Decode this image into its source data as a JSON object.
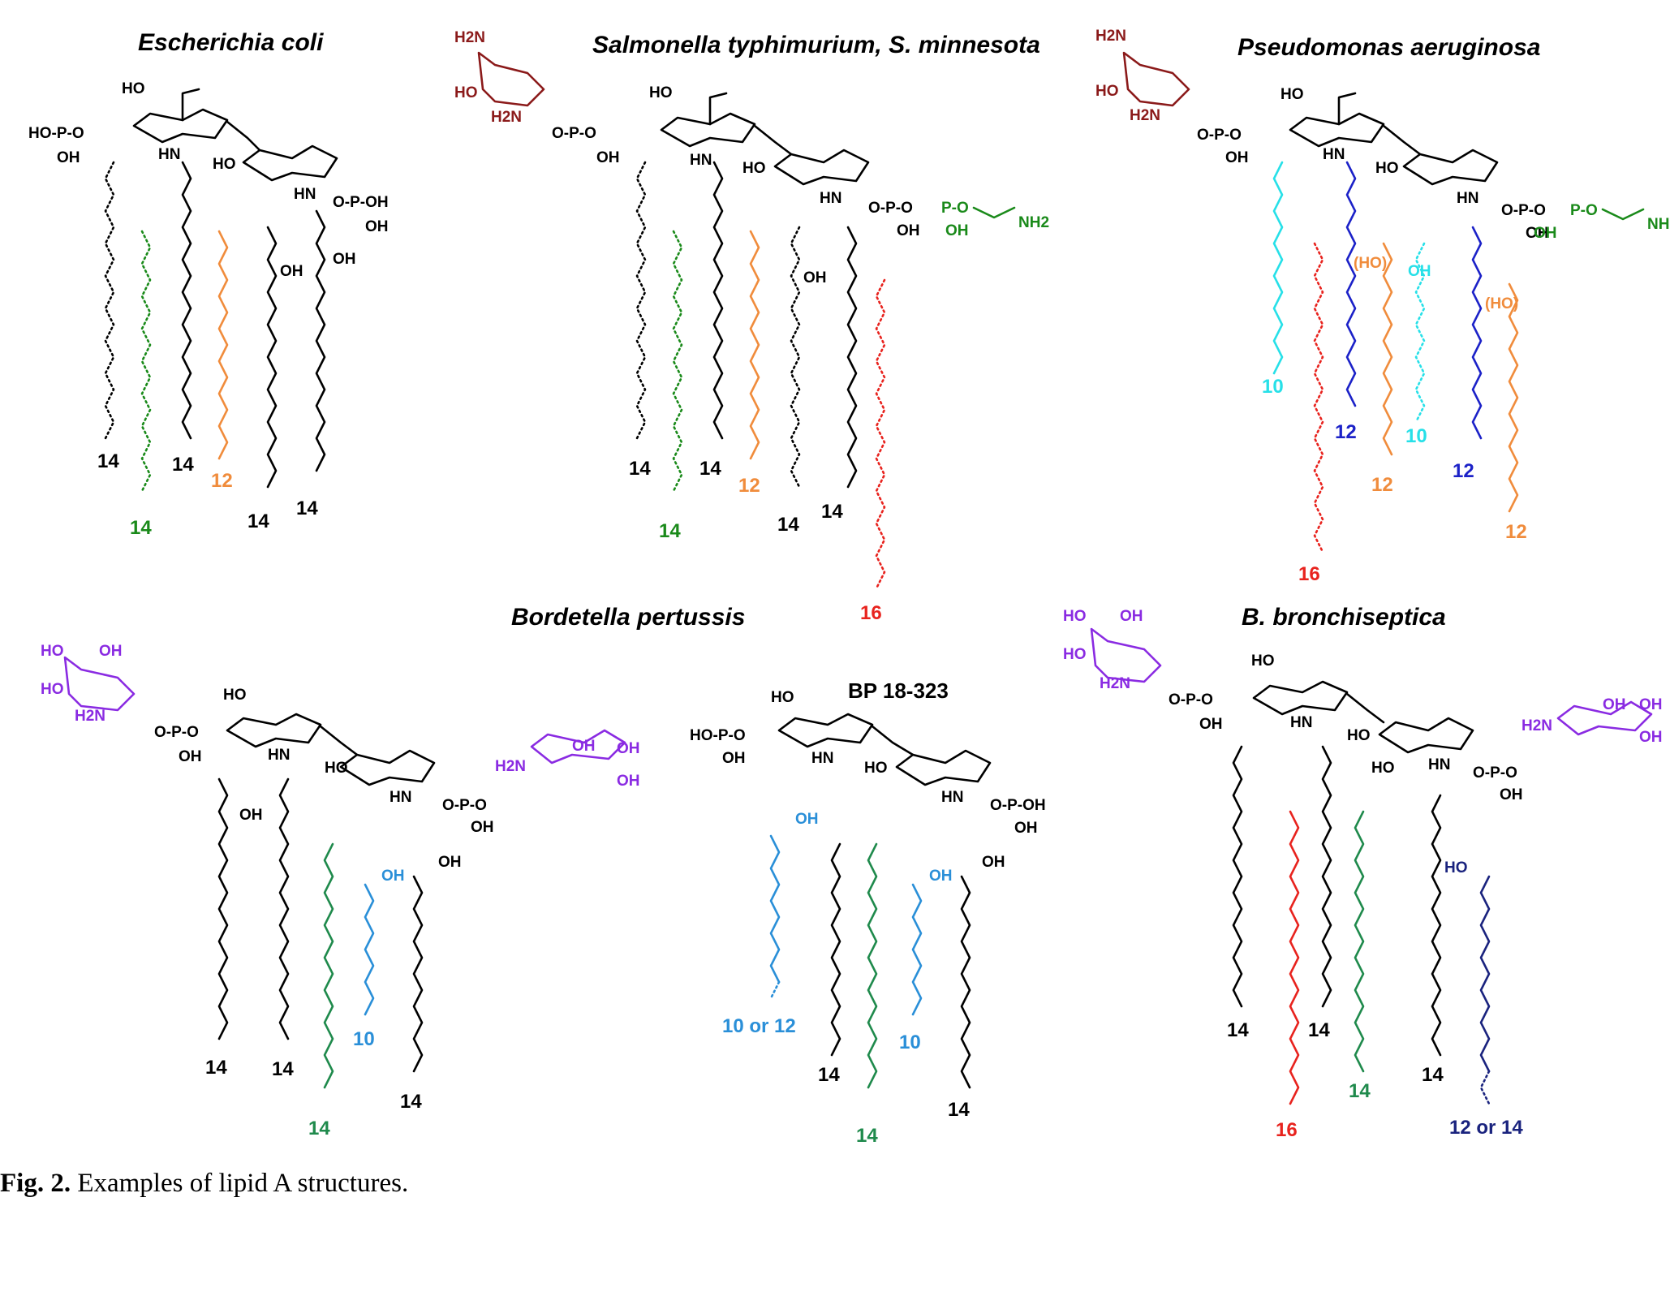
{
  "figure": {
    "caption_label": "Fig. 2.",
    "caption_text": "Examples of lipid A structures.",
    "panels": [
      {
        "id": "ecoli",
        "title": "Escherichia coli",
        "chains": [
          {
            "label": "14",
            "color": "#000000",
            "dotted": true
          },
          {
            "label": "14",
            "color": "#1a8a1a",
            "dotted": true
          },
          {
            "label": "14",
            "color": "#000000",
            "dotted": false
          },
          {
            "label": "12",
            "color": "#f08c3c",
            "dotted": false
          },
          {
            "label": "14",
            "color": "#000000",
            "dotted": false
          },
          {
            "label": "14",
            "color": "#000000",
            "dotted": false
          }
        ]
      },
      {
        "id": "salmonella",
        "title": "Salmonella typhimurium, S. minnesota",
        "chains": [
          {
            "label": "14",
            "color": "#000000",
            "dotted": true
          },
          {
            "label": "14",
            "color": "#1a8a1a",
            "dotted": true
          },
          {
            "label": "14",
            "color": "#000000",
            "dotted": false
          },
          {
            "label": "12",
            "color": "#f08c3c",
            "dotted": false
          },
          {
            "label": "14",
            "color": "#000000",
            "dotted": true
          },
          {
            "label": "14",
            "color": "#000000",
            "dotted": false
          },
          {
            "label": "16",
            "color": "#e8231e",
            "dotted": true
          }
        ]
      },
      {
        "id": "pseudomonas",
        "title": "Pseudomonas aeruginosa",
        "chains": [
          {
            "label": "10",
            "color": "#27e0e8",
            "dotted": false
          },
          {
            "label": "16",
            "color": "#e8231e",
            "dotted": true
          },
          {
            "label": "12",
            "color": "#1c22c8",
            "dotted": false
          },
          {
            "label": "12",
            "color": "#f08c3c",
            "dotted": false
          },
          {
            "label": "10",
            "color": "#27e0e8",
            "dotted": true
          },
          {
            "label": "12",
            "color": "#1c22c8",
            "dotted": false
          },
          {
            "label": "12",
            "color": "#f08c3c",
            "dotted": false
          }
        ]
      },
      {
        "id": "bordetella",
        "title": "Bordetella pertussis",
        "chains": [
          {
            "label": "14",
            "color": "#000000",
            "dotted": false
          },
          {
            "label": "14",
            "color": "#000000",
            "dotted": false
          },
          {
            "label": "14",
            "color": "#1f8a4c",
            "dotted": false
          },
          {
            "label": "10",
            "color": "#2a8fd8",
            "dotted": false
          },
          {
            "label": "14",
            "color": "#000000",
            "dotted": false
          }
        ]
      },
      {
        "id": "bp18323",
        "title": "BP 18-323",
        "chains": [
          {
            "label": "10 or 12",
            "color": "#2a8fd8",
            "dotted": false
          },
          {
            "label": "14",
            "color": "#000000",
            "dotted": false
          },
          {
            "label": "14",
            "color": "#1f8a4c",
            "dotted": false
          },
          {
            "label": "10",
            "color": "#2a8fd8",
            "dotted": false
          },
          {
            "label": "14",
            "color": "#000000",
            "dotted": false
          }
        ]
      },
      {
        "id": "bronchiseptica",
        "title": "B. bronchiseptica",
        "chains": [
          {
            "label": "14",
            "color": "#000000",
            "dotted": false
          },
          {
            "label": "16",
            "color": "#e8231e",
            "dotted": false
          },
          {
            "label": "14",
            "color": "#000000",
            "dotted": false
          },
          {
            "label": "14",
            "color": "#1f8a4c",
            "dotted": false
          },
          {
            "label": "14",
            "color": "#000000",
            "dotted": false
          },
          {
            "label": "12 or 14",
            "color": "#1a237e",
            "dotted": false
          }
        ]
      }
    ],
    "atom_labels": {
      "ho": "HO",
      "oh": "OH",
      "o": "O",
      "p": "P",
      "hn": "HN",
      "h2n": "H2N",
      "nh2": "NH2",
      "ho_paren": "(HO)"
    },
    "colors": {
      "black": "#000000",
      "dark_red_sugar": "#8b1a1a",
      "purple_sugar": "#8a2be2",
      "green": "#1a8a1a",
      "teal_green": "#1f8a4c",
      "orange": "#f08c3c",
      "red": "#e8231e",
      "cyan": "#27e0e8",
      "blue": "#1c22c8",
      "light_blue": "#2a8fd8",
      "navy": "#1a237e"
    }
  }
}
